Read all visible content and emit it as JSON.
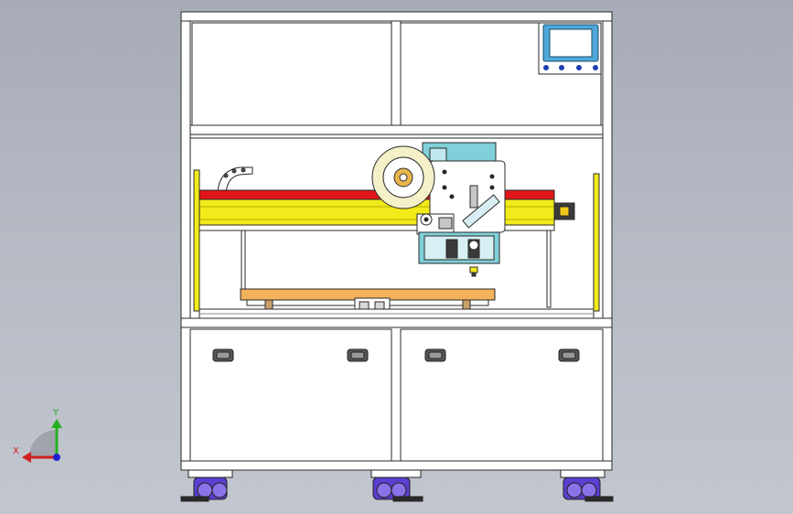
{
  "viewport": {
    "background_color": "#b4b8c2"
  },
  "machine": {
    "frame_color": "#ffffff",
    "outline_color": "#2a2a2a",
    "hmi_screen": {
      "bezel_color": "#4fa8d8",
      "screen_color": "#ffffff",
      "button_color": "#1d3fb0",
      "button_count": 4
    },
    "conveyor": {
      "top_rail_color": "#e0161b",
      "beam_color": "#f2ea1a",
      "light_curtain_color": "#f2ea1a"
    },
    "work_table": {
      "color": "#f3b25c"
    },
    "label_roll": {
      "color": "#f4f0c8",
      "core_color": "#e9b54c"
    },
    "mount_plate": {
      "color": "#7fd0d8"
    },
    "lower_cabinet": {
      "door_count": 2,
      "handle_count": 4
    },
    "casters": {
      "count": 3,
      "color": "#5a3fd0"
    }
  },
  "triad": {
    "x_label": "X",
    "y_label": "Y",
    "x_color": "#d02020",
    "y_color": "#22b022",
    "z_color": "#2020d0"
  }
}
